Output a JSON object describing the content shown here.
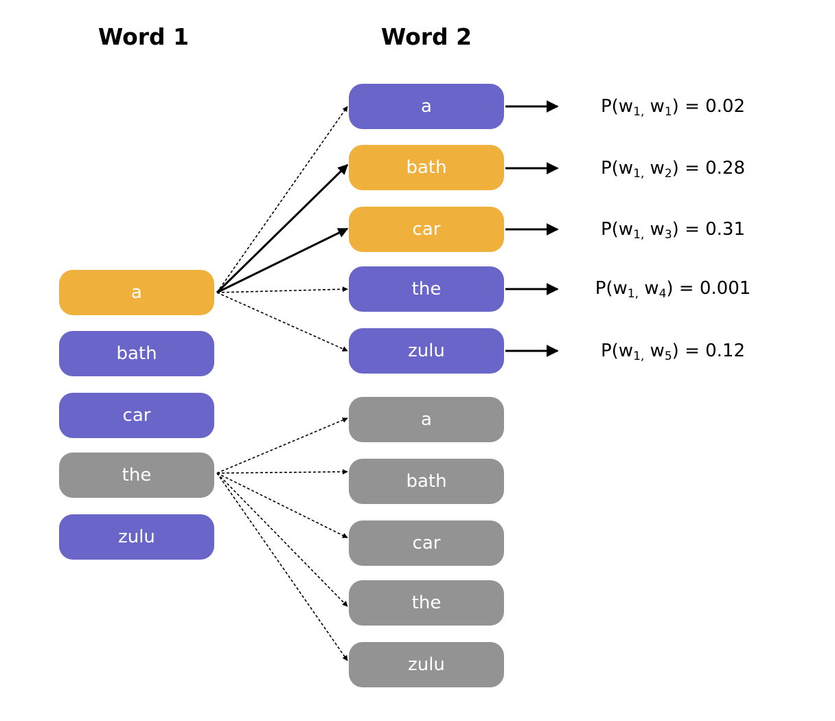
{
  "titles": {
    "word1": "Word 1",
    "word2": "Word 2"
  },
  "colors": {
    "purple": "#6a66c9",
    "orange": "#f0b03c",
    "gray": "#939393"
  },
  "word1": [
    {
      "label": "a",
      "color": "orange"
    },
    {
      "label": "bath",
      "color": "purple"
    },
    {
      "label": "car",
      "color": "purple"
    },
    {
      "label": "the",
      "color": "gray"
    },
    {
      "label": "zulu",
      "color": "purple"
    }
  ],
  "word2_for_a": [
    {
      "label": "a",
      "color": "purple",
      "edge": "dotted"
    },
    {
      "label": "bath",
      "color": "orange",
      "edge": "solid"
    },
    {
      "label": "car",
      "color": "orange",
      "edge": "solid"
    },
    {
      "label": "the",
      "color": "purple",
      "edge": "dotted"
    },
    {
      "label": "zulu",
      "color": "purple",
      "edge": "dotted"
    }
  ],
  "word2_for_the": [
    {
      "label": "a",
      "color": "gray",
      "edge": "dotted"
    },
    {
      "label": "bath",
      "color": "gray",
      "edge": "dotted"
    },
    {
      "label": "car",
      "color": "gray",
      "edge": "dotted"
    },
    {
      "label": "the",
      "color": "gray",
      "edge": "dotted"
    },
    {
      "label": "zulu",
      "color": "gray",
      "edge": "dotted"
    }
  ],
  "probabilities": [
    {
      "prefix": "P(w",
      "sub1": "1,",
      "mid": " w",
      "sub2": "1",
      "suffix": ") = 0.02"
    },
    {
      "prefix": "P(w",
      "sub1": "1,",
      "mid": " w",
      "sub2": "2",
      "suffix": ") = 0.28"
    },
    {
      "prefix": "P(w",
      "sub1": "1,",
      "mid": " w",
      "sub2": "3",
      "suffix": ") = 0.31"
    },
    {
      "prefix": "P(w",
      "sub1": "1,",
      "mid": " w",
      "sub2": "4",
      "suffix": ") = 0.001"
    },
    {
      "prefix": "P(w",
      "sub1": "1,",
      "mid": " w",
      "sub2": "5",
      "suffix": ") = 0.12"
    }
  ]
}
